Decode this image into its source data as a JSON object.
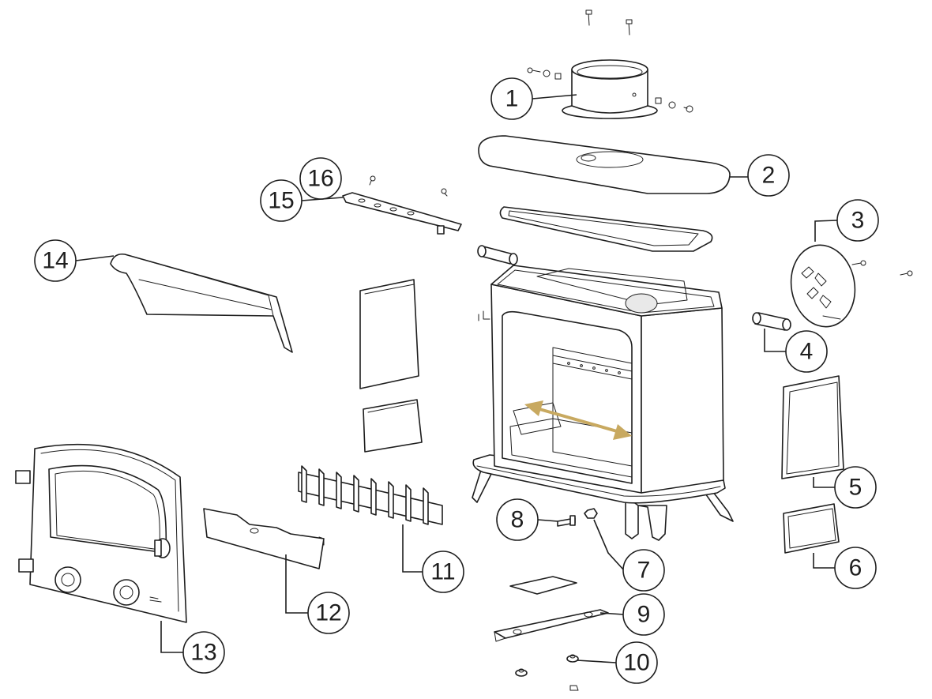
{
  "colors": {
    "line": "#1e1e1e",
    "background": "#ffffff",
    "arrow": "#c8a960"
  },
  "callouts": [
    {
      "id": "1",
      "label": "1"
    },
    {
      "id": "2",
      "label": "2"
    },
    {
      "id": "3",
      "label": "3"
    },
    {
      "id": "4",
      "label": "4"
    },
    {
      "id": "5",
      "label": "5"
    },
    {
      "id": "6",
      "label": "6"
    },
    {
      "id": "7",
      "label": "7"
    },
    {
      "id": "8",
      "label": "8"
    },
    {
      "id": "9",
      "label": "9"
    },
    {
      "id": "10",
      "label": "10"
    },
    {
      "id": "11",
      "label": "11"
    },
    {
      "id": "12",
      "label": "12"
    },
    {
      "id": "13",
      "label": "13"
    },
    {
      "id": "14",
      "label": "14"
    },
    {
      "id": "15",
      "label": "15"
    },
    {
      "id": "16",
      "label": "16"
    }
  ]
}
